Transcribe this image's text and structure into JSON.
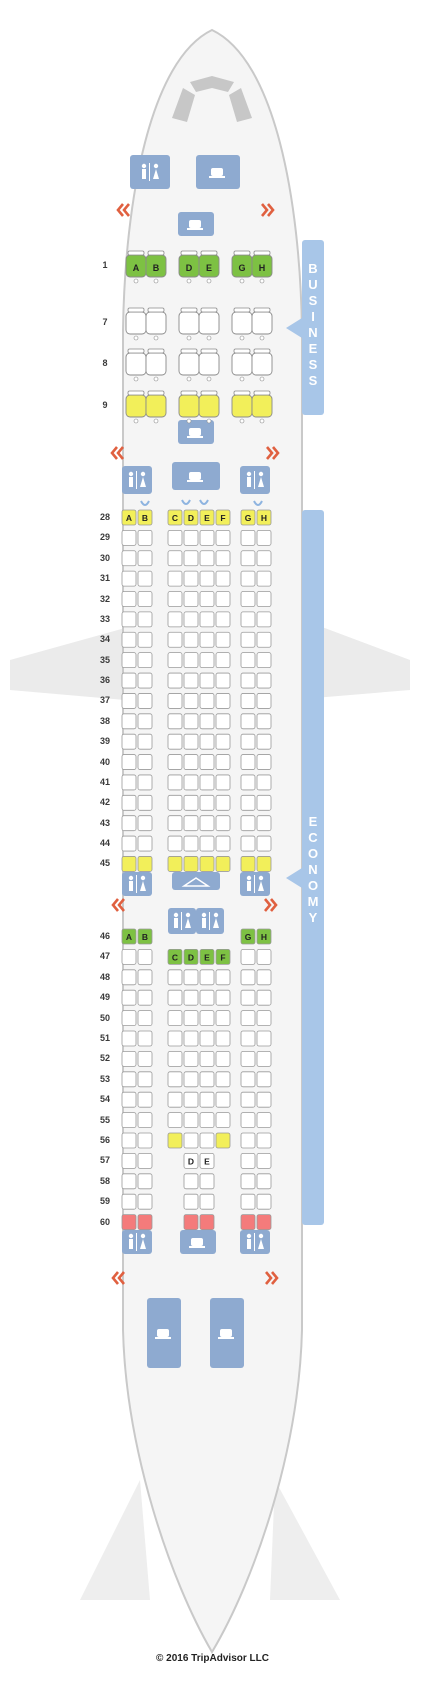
{
  "title": "",
  "cabins": {
    "business": {
      "label": "BUSINESS",
      "rows": [
        "1",
        "7",
        "8",
        "9"
      ],
      "letters_row1": [
        "A",
        "B",
        "D",
        "E",
        "G",
        "H"
      ]
    },
    "economy": {
      "label": "ECONOMY",
      "rows": [
        "28",
        "29",
        "30",
        "31",
        "32",
        "33",
        "34",
        "35",
        "36",
        "37",
        "38",
        "39",
        "40",
        "41",
        "42",
        "43",
        "44",
        "45",
        "46",
        "47",
        "48",
        "49",
        "50",
        "51",
        "52",
        "53",
        "54",
        "55",
        "56",
        "57",
        "58",
        "59",
        "60"
      ],
      "letters_row28": [
        "A",
        "B",
        "C",
        "D",
        "E",
        "F",
        "G",
        "H"
      ],
      "letters_row46": [
        "A",
        "B",
        "G",
        "H"
      ],
      "letters_row47": [
        "C",
        "D",
        "E",
        "F"
      ],
      "letters_row57": [
        "D",
        "E"
      ]
    }
  },
  "legend_colors": {
    "good_seat": "#7dc143",
    "mixed_seat": "#f2ef5a",
    "bad_seat": "#f47b7b",
    "standard_seat": "#ffffff",
    "facility": "#8eaad0",
    "cabin_band": "#a8c6e8",
    "exit_arrow": "#e06040"
  },
  "footer": {
    "copyright": "© 2016 TripAdvisor LLC"
  }
}
